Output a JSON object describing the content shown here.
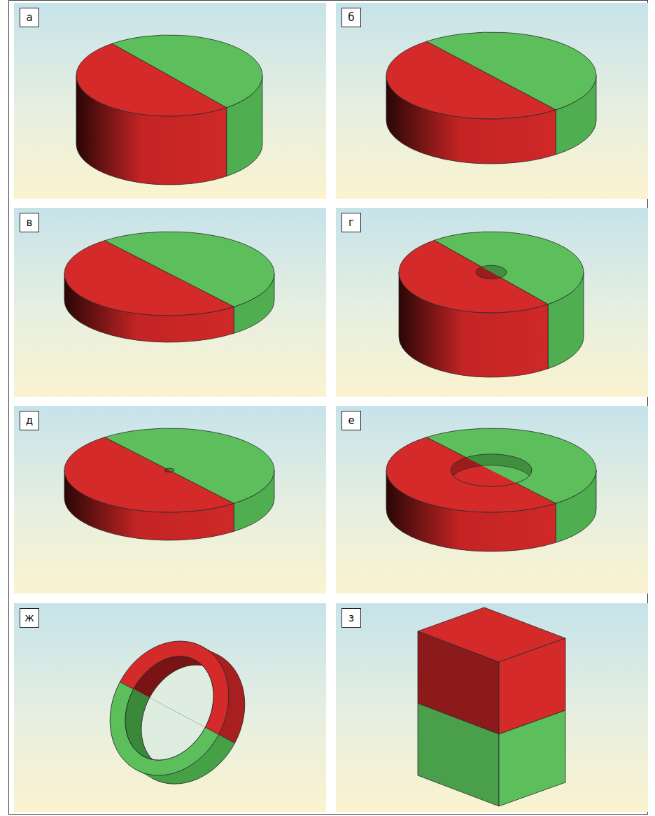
{
  "diagram": {
    "nodes": [
      {
        "text": [
          "а"
        ]
      },
      {
        "text": [
          "б"
        ]
      },
      {
        "text": [
          "в"
        ]
      },
      {
        "text": [
          "г"
        ]
      },
      {
        "text": [
          "д"
        ]
      },
      {
        "text": [
          "е"
        ]
      },
      {
        "text": [
          "ж"
        ]
      },
      {
        "text": [
          "з"
        ]
      }
    ]
  }
}
